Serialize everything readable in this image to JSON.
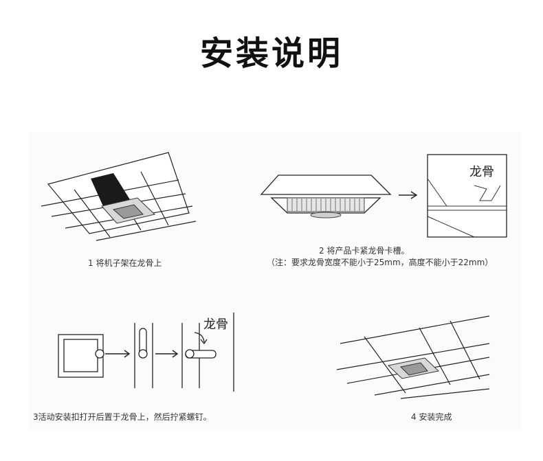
{
  "title": "安装说明",
  "steps": [
    {
      "caption": "1 将机子架在龙骨上"
    },
    {
      "caption": "2 将产品卡紧龙骨卡槽。",
      "note": "（注：要求龙骨宽度不能小于25mm，高度不能小于22mm）",
      "label": "龙骨"
    },
    {
      "caption": "3活动安装扣打开后置于龙骨上，然后拧紧螺钉。",
      "label": "龙骨"
    },
    {
      "caption": "4 安装完成"
    }
  ]
}
